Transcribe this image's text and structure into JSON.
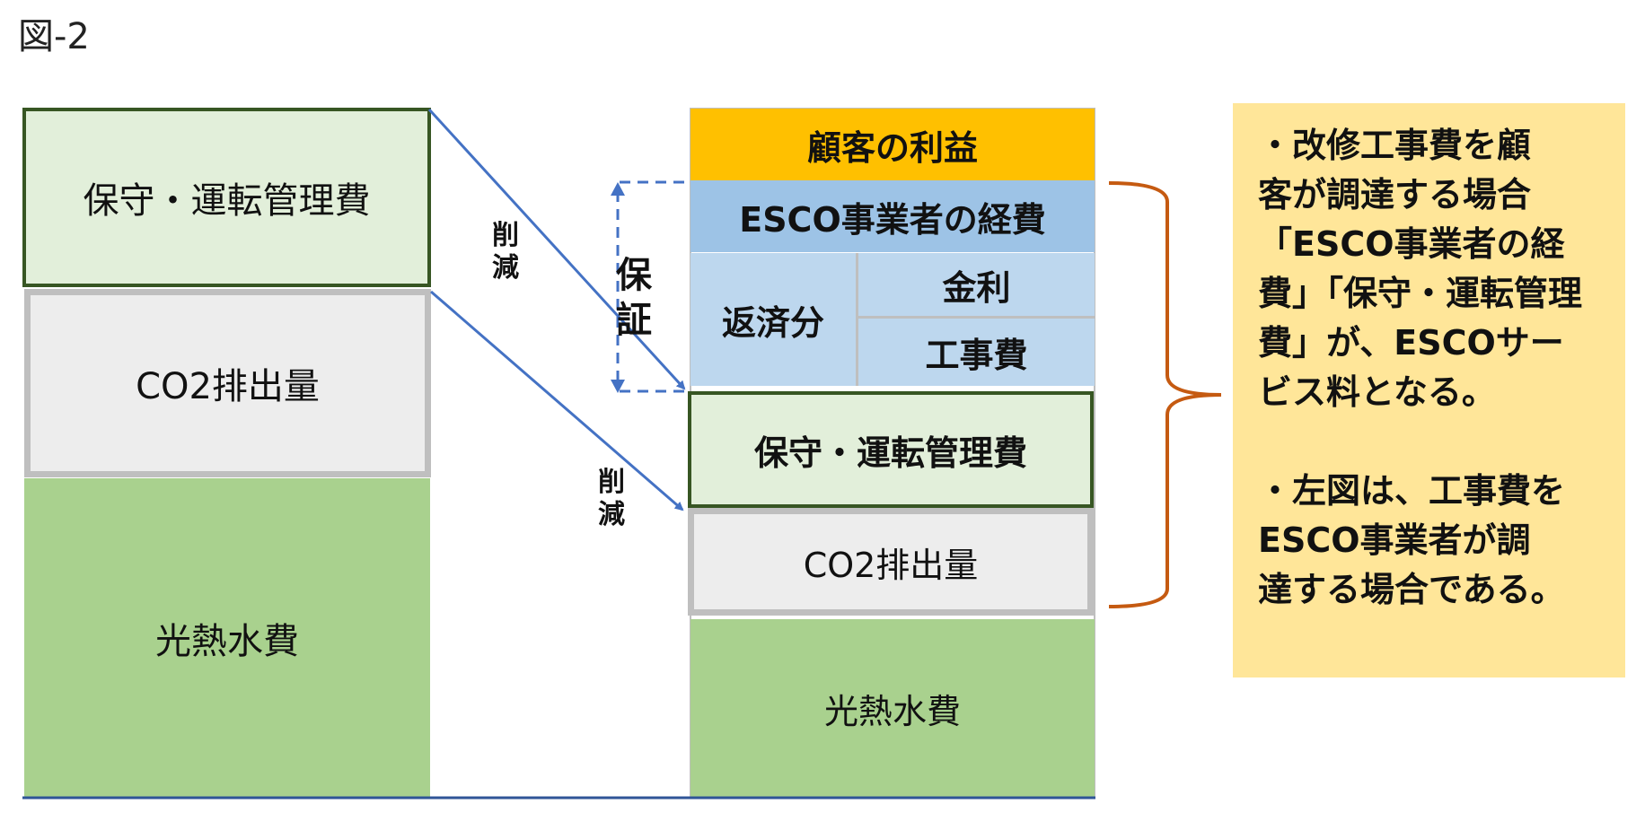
{
  "figure_label": "図-2",
  "left_column": {
    "maintenance": "保守・運転管理費",
    "co2": "CO2排出量",
    "utility": "光熱水費"
  },
  "right_column": {
    "customer_profit": "顧客の利益",
    "esco_expense": "ESCO事業者の経費",
    "repayment": "返済分",
    "interest": "金利",
    "construction": "工事費",
    "maintenance": "保守・運転管理費",
    "co2": "CO2排出量",
    "utility": "光熱水費"
  },
  "annotations": {
    "reduction_1": [
      "削",
      "減"
    ],
    "reduction_2": [
      "削",
      "減"
    ],
    "guarantee": [
      "保",
      "証"
    ]
  },
  "note": {
    "paragraph_1": [
      "・改修工事費を顧",
      "客が調達する場合",
      "「ESCO事業者の経",
      "費」「保守・運転管理",
      "費」が、ESCOサー",
      "ビス料となる。"
    ],
    "paragraph_2": [
      "・左図は、工事費を",
      "ESCO事業者が調",
      "達する場合である。"
    ]
  },
  "colors": {
    "light_green": "#e2efda",
    "mid_green": "#a9d18e",
    "dark_green": "#375623",
    "light_gray": "#ededed",
    "gray_border": "#bfbfbf",
    "gold": "#ffc000",
    "blue": "#9dc3e6",
    "light_blue": "#bdd7ee",
    "arrow_blue": "#4472c4",
    "brace_orange": "#c55a11",
    "note_yellow": "#ffe699"
  }
}
